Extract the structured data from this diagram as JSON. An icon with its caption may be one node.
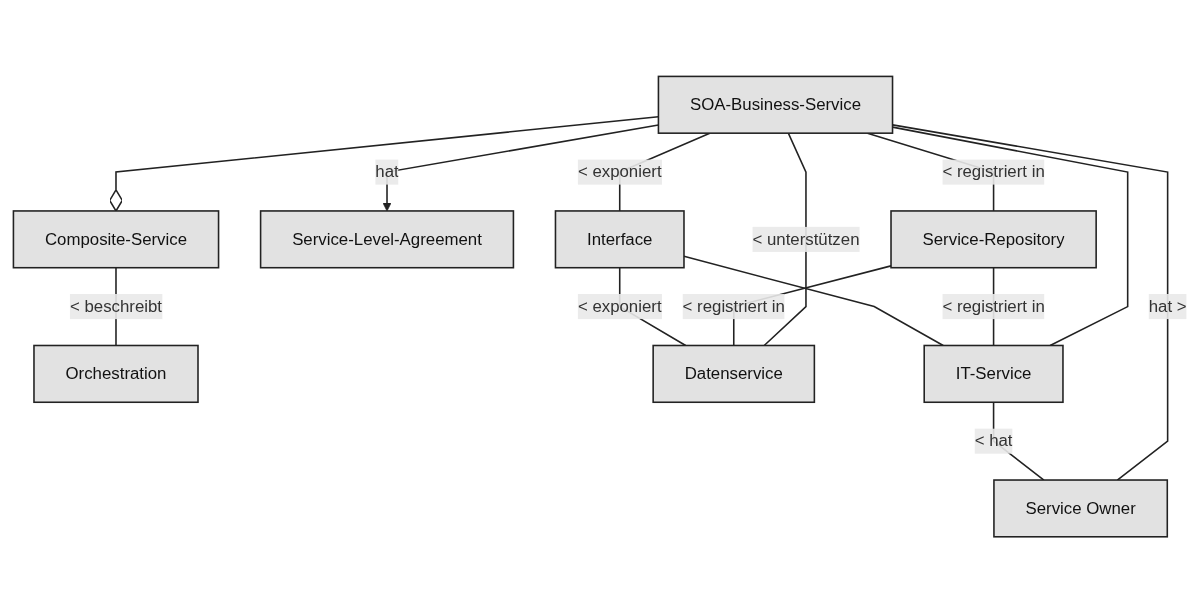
{
  "diagram": {
    "nodes": [
      {
        "text": [
          "Composite-Service"
        ]
      },
      {
        "text": [
          "Orchestration"
        ]
      },
      {
        "text": [
          "Service-Level-Agreement"
        ]
      },
      {
        "text": [
          "SOA-Business-Service"
        ]
      },
      {
        "text": [
          "Interface"
        ]
      },
      {
        "text": [
          "Service-Repository"
        ]
      },
      {
        "text": [
          "Service Owner"
        ]
      },
      {
        "text": [
          "Datenservice"
        ]
      },
      {
        "text": [
          "IT-Service"
        ]
      }
    ],
    "edges": [
      {
        "from": 0,
        "to": 1,
        "arrow": "none",
        "label": "< beschreibt"
      },
      {
        "from": 3,
        "to": 0,
        "arrow": "other"
      },
      {
        "from": 3,
        "to": 2,
        "arrow": "to",
        "label": "hat"
      },
      {
        "from": 3,
        "to": 4,
        "arrow": "none",
        "label": "< exponiert"
      },
      {
        "from": 3,
        "to": 5,
        "arrow": "none",
        "label": "< registriert in"
      },
      {
        "from": 3,
        "to": 7,
        "arrow": "none",
        "label": "< unterstützen"
      },
      {
        "from": 3,
        "to": 8,
        "arrow": "none"
      },
      {
        "from": 3,
        "to": 6,
        "arrow": "none",
        "label": "hat >"
      },
      {
        "from": 5,
        "to": 8,
        "arrow": "none",
        "label": "< registriert in"
      },
      {
        "from": 5,
        "to": 7,
        "arrow": "none",
        "label": "< registriert in"
      },
      {
        "from": 8,
        "to": 6,
        "arrow": "none",
        "label": "< hat"
      },
      {
        "from": 4,
        "to": 7,
        "arrow": "none",
        "label": "< exponiert"
      },
      {
        "from": 4,
        "to": 8,
        "arrow": "none"
      }
    ]
  }
}
